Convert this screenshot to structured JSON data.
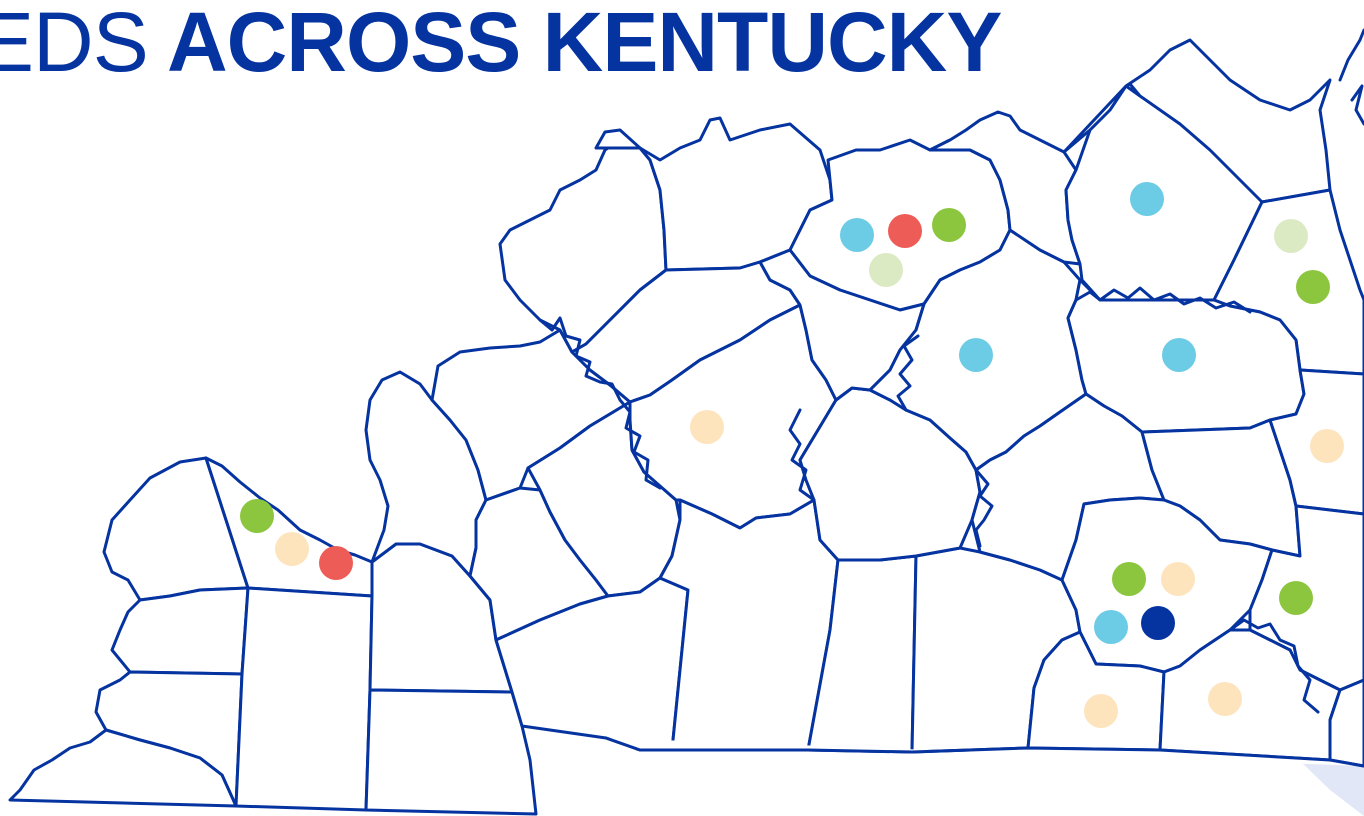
{
  "headline": {
    "light_part": "EDS",
    "bold_part": "ACROSS KENTUCKY"
  },
  "colors": {
    "brand_blue": "#0533a0",
    "sky_blue": "#6ccbe5",
    "coral_red": "#ee5c57",
    "lime_green": "#8cc63f",
    "pale_green": "#dceac4",
    "peach": "#fde4bd",
    "navy": "#0533a0",
    "beam": "#dfe6f6"
  },
  "legend_categories": [
    {
      "key": "sky",
      "color": "#6ccbe5"
    },
    {
      "key": "red",
      "color": "#ee5c57"
    },
    {
      "key": "green",
      "color": "#8cc63f"
    },
    {
      "key": "pale-green",
      "color": "#dceac4"
    },
    {
      "key": "peach",
      "color": "#fde4bd"
    },
    {
      "key": "navy",
      "color": "#0533a0"
    }
  ],
  "markers": [
    {
      "id": "m1",
      "category": "green",
      "lon": 257,
      "lat": 516
    },
    {
      "id": "m2",
      "category": "peach",
      "lon": 292,
      "lat": 549
    },
    {
      "id": "m3",
      "category": "red",
      "lon": 336,
      "lat": 563
    },
    {
      "id": "m4",
      "category": "peach",
      "lon": 707,
      "lat": 427
    },
    {
      "id": "m5",
      "category": "sky",
      "lon": 857,
      "lat": 235
    },
    {
      "id": "m6",
      "category": "red",
      "lon": 905,
      "lat": 231
    },
    {
      "id": "m7",
      "category": "green",
      "lon": 949,
      "lat": 225
    },
    {
      "id": "m8",
      "category": "pale-green",
      "lon": 886,
      "lat": 270
    },
    {
      "id": "m9",
      "category": "sky",
      "lon": 976,
      "lat": 355
    },
    {
      "id": "m10",
      "category": "sky",
      "lon": 1147,
      "lat": 199
    },
    {
      "id": "m11",
      "category": "pale-green",
      "lon": 1291,
      "lat": 236
    },
    {
      "id": "m12",
      "category": "green",
      "lon": 1313,
      "lat": 287
    },
    {
      "id": "m13",
      "category": "sky",
      "lon": 1179,
      "lat": 355
    },
    {
      "id": "m14",
      "category": "peach",
      "lon": 1327,
      "lat": 446
    },
    {
      "id": "m15",
      "category": "green",
      "lon": 1129,
      "lat": 579
    },
    {
      "id": "m16",
      "category": "peach",
      "lon": 1178,
      "lat": 579
    },
    {
      "id": "m17",
      "category": "sky",
      "lon": 1111,
      "lat": 627
    },
    {
      "id": "m18",
      "category": "navy",
      "lon": 1158,
      "lat": 623
    },
    {
      "id": "m19",
      "category": "green",
      "lon": 1296,
      "lat": 598
    },
    {
      "id": "m20",
      "category": "peach",
      "lon": 1101,
      "lat": 711
    },
    {
      "id": "m21",
      "category": "peach",
      "lon": 1225,
      "lat": 699
    }
  ]
}
